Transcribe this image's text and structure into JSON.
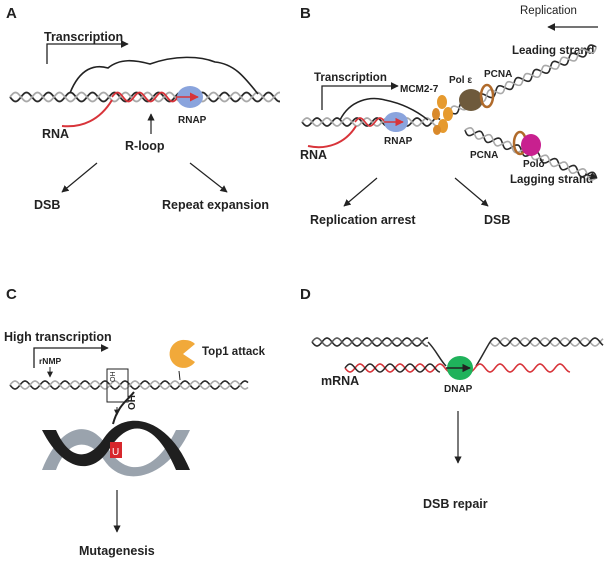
{
  "panels": [
    {
      "letter": "A"
    },
    {
      "letter": "B"
    },
    {
      "letter": "C"
    },
    {
      "letter": "D"
    }
  ],
  "panel_a": {
    "transcription": "Transcription",
    "rna": "RNA",
    "rloop": "R-loop",
    "rnap": "RNAP",
    "dsb": "DSB",
    "repeat_expansion": "Repeat expansion"
  },
  "panel_b": {
    "replication": "Replication",
    "leading": "Leading strand",
    "lagging": "Lagging strand",
    "transcription": "Transcription",
    "mcm": "MCM2-7",
    "pol_e": "Pol ε",
    "pcna_top": "PCNA",
    "pcna_bottom": "PCNA",
    "pol_d": "Polδ",
    "rna": "RNA",
    "rnap": "RNAP",
    "arrest": "Replication arrest",
    "dsb": "DSB"
  },
  "panel_c": {
    "high_transcription": "High transcription",
    "rnmp": "rNMP",
    "top1": "Top1 attack",
    "oh_small": "OH",
    "oh_big": "OH",
    "u": "U",
    "mutagenesis": "Mutagenesis"
  },
  "panel_d": {
    "mrna": "mRNA",
    "dnap": "DNAP",
    "dsb_repair": "DSB repair"
  },
  "colors": {
    "dna_dark": "#2a2a2a",
    "dna_light": "#a9a9a9",
    "rna_red": "#d8343a",
    "rnap_blue": "#8aa4dd",
    "mcm_orange": "#e69a2e",
    "pol_e_brown": "#6e5a3c",
    "pcna_ring": "#b06a2a",
    "pol_d_magenta": "#c8208f",
    "top1_orange": "#f1a93a",
    "dnap_green": "#1fb25b",
    "u_red": "#d7272c"
  }
}
